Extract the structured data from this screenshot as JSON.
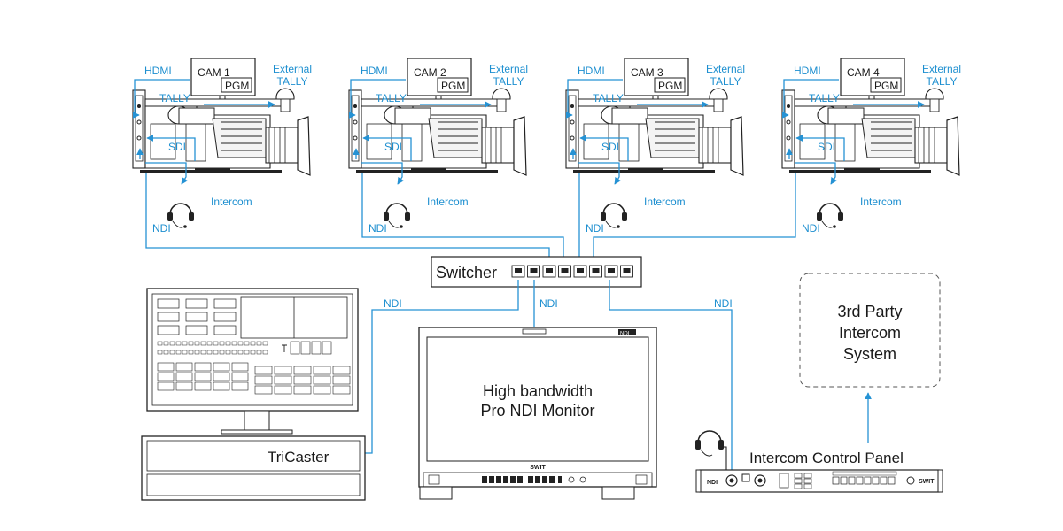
{
  "colors": {
    "link": "#2592d4",
    "label": "#1d8fd0",
    "device": "#222222"
  },
  "cameras": [
    {
      "name": "CAM 1",
      "status": "PGM",
      "hdmi": "HDMI",
      "tally": "TALLY",
      "external_tally": [
        "External",
        "TALLY"
      ],
      "sdi": "SDI",
      "intercom": "Intercom",
      "ndi": "NDI"
    },
    {
      "name": "CAM 2",
      "status": "PGM",
      "hdmi": "HDMI",
      "tally": "TALLY",
      "external_tally": [
        "External",
        "TALLY"
      ],
      "sdi": "SDI",
      "intercom": "Intercom",
      "ndi": "NDI"
    },
    {
      "name": "CAM 3",
      "status": "PGM",
      "hdmi": "HDMI",
      "tally": "TALLY",
      "external_tally": [
        "External",
        "TALLY"
      ],
      "sdi": "SDI",
      "intercom": "Intercom",
      "ndi": "NDI"
    },
    {
      "name": "CAM 4",
      "status": "PGM",
      "hdmi": "HDMI",
      "tally": "TALLY",
      "external_tally": [
        "External",
        "TALLY"
      ],
      "sdi": "SDI",
      "intercom": "Intercom",
      "ndi": "NDI"
    }
  ],
  "switcher": {
    "label": "Switcher"
  },
  "links": {
    "tricaster": "NDI",
    "monitor": "NDI",
    "panel": "NDI"
  },
  "tricaster": {
    "label": "TriCaster"
  },
  "monitor": {
    "lines": [
      "High bandwidth",
      "Pro NDI Monitor"
    ],
    "badge": "NDI",
    "brand": "SWIT"
  },
  "third_party": {
    "lines": [
      "3rd Party",
      "Intercom",
      "System"
    ]
  },
  "intercom_panel": {
    "label": "Intercom Control Panel",
    "badge": "NDI",
    "brand": "SWIT"
  }
}
